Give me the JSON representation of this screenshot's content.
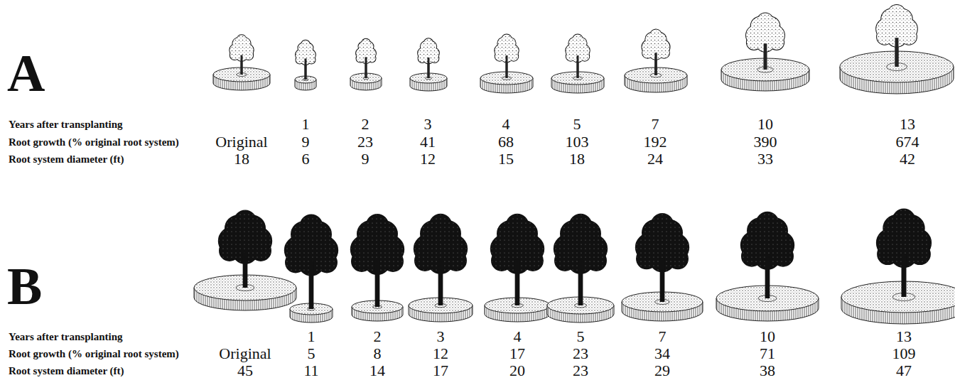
{
  "diagram": {
    "labels": [
      "A",
      "Years after transplanting",
      "1",
      "2",
      "3",
      "4",
      "5",
      "7",
      "10",
      "13",
      "Root growth (% original root system)",
      "Original",
      "9",
      "23",
      "41",
      "68",
      "103",
      "192",
      "390",
      "674",
      "Root system diameter (ft)",
      "18",
      "6",
      "9",
      "12",
      "15",
      "18",
      "24",
      "33",
      "42",
      "B",
      "Years after transplanting",
      "1",
      "2",
      "3",
      "4",
      "5",
      "7",
      "10",
      "13",
      "Root growth (% original root system)",
      "Original",
      "5",
      "8",
      "12",
      "17",
      "23",
      "34",
      "71",
      "109",
      "Root system diameter (ft)",
      "45",
      "11",
      "14",
      "17",
      "20",
      "23",
      "29",
      "38",
      "47"
    ]
  }
}
